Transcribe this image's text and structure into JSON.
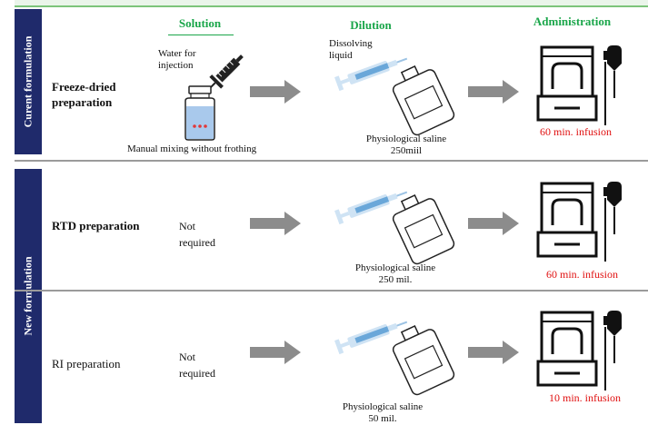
{
  "headers": {
    "solution": "Solution",
    "dilution": "Dilution",
    "administration": "Administration"
  },
  "side_labels": {
    "current": "Curent formulation",
    "new": "New formulation"
  },
  "rows": [
    {
      "title_line1": "Freeze-dried",
      "title_line2": "preparation",
      "solution_label_line1": "Water for",
      "solution_label_line2": "injection",
      "solution_caption": "Manual mixing without frothing",
      "dilution_label_line1": "Dissolving",
      "dilution_label_line2": "liquid",
      "dilution_caption_line1": "Physiological saline",
      "dilution_caption_line2": "250miil",
      "infusion": "60 min. infusion"
    },
    {
      "title_line1": "RTD preparation",
      "solution_line1": "Not",
      "solution_line2": "required",
      "dilution_caption_line1": "Physiological saline",
      "dilution_caption_line2": "250 mil.",
      "infusion": "60 min. infusion"
    },
    {
      "title_line1": "RI preparation",
      "solution_line1": "Not",
      "solution_line2": "required",
      "dilution_caption_line1": "Physiological saline",
      "dilution_caption_line2": "50 mil.",
      "infusion": "10 min. infusion"
    }
  ],
  "colors": {
    "header_green": "#1aa64a",
    "sidebar_navy": "#1f2a6b",
    "infusion_red": "#e01010",
    "arrow_gray": "#8c8c8c"
  }
}
